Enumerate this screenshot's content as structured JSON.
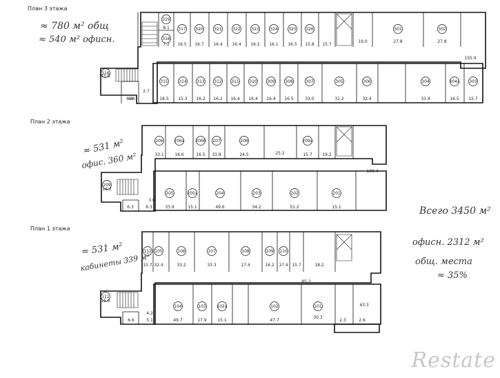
{
  "floors": [
    {
      "title": "План 3 этажа",
      "notes": [
        "≈ 780 м² общ",
        "≈ 540 м² офисн."
      ],
      "rooms_top": [
        {
          "no": "319",
          "area": "8.1"
        },
        {
          "no": "318",
          "area": "7.2"
        },
        {
          "no": "317",
          "area": "16.5"
        },
        {
          "no": "320",
          "area": "16.7"
        },
        {
          "no": "321",
          "area": "16.4"
        },
        {
          "no": "322",
          "area": "16.4"
        },
        {
          "no": "323",
          "area": "16.2"
        },
        {
          "no": "324",
          "area": "16.1"
        },
        {
          "no": "325",
          "area": "16.5"
        },
        {
          "no": "326",
          "area": "15.8"
        },
        {
          "no": "",
          "area": "15.7"
        },
        {
          "no": "",
          "area": "19.0"
        },
        {
          "no": "301",
          "area": "27.8"
        },
        {
          "no": "302",
          "area": "27.8"
        }
      ],
      "corridor": "155.9",
      "rooms_bottom": [
        {
          "no": "316",
          "area": "15.6"
        },
        {
          "no": "",
          "area": "6.8"
        },
        {
          "no": "",
          "area": "6.6"
        },
        {
          "no": "",
          "area": "2.7"
        },
        {
          "no": "315",
          "area": "18.5"
        },
        {
          "no": "314",
          "area": "15.3"
        },
        {
          "no": "313",
          "area": "16.2"
        },
        {
          "no": "312",
          "area": "16.2"
        },
        {
          "no": "311",
          "area": "16.4"
        },
        {
          "no": "310",
          "area": "16.4"
        },
        {
          "no": "309",
          "area": "16.4"
        },
        {
          "no": "308",
          "area": "16.5"
        },
        {
          "no": "307",
          "area": "33.0"
        },
        {
          "no": "305",
          "area": "31.2"
        },
        {
          "no": "306",
          "area": "32.4"
        },
        {
          "no": "304",
          "area": "33.4"
        },
        {
          "no": "304a",
          "area": "16.5"
        },
        {
          "no": "303",
          "area": "15.7"
        }
      ]
    },
    {
      "title": "План 2 этажа",
      "notes": [
        "≈ 531 м²",
        "офис. 360 м²"
      ],
      "rooms_top": [
        {
          "no": "206",
          "area": "33.1"
        },
        {
          "no": "206a",
          "area": "16.6"
        },
        {
          "no": "206б",
          "area": "16.5"
        },
        {
          "no": "207",
          "area": "33.8"
        },
        {
          "no": "208",
          "area": "24.5"
        },
        {
          "no": "",
          "area": "25.2"
        },
        {
          "no": "209a",
          "area": "15.7"
        },
        {
          "no": "",
          "area": "19.2"
        }
      ],
      "corridor": "109.4",
      "rooms_bottom": [
        {
          "no": "209",
          "area": "16.2"
        },
        {
          "no": "",
          "area": "6.3"
        },
        {
          "no": "",
          "area": "6.3"
        },
        {
          "no": "",
          "area": "3.6"
        },
        {
          "no": "205",
          "area": "33.9"
        },
        {
          "no": "205a",
          "area": "15.1"
        },
        {
          "no": "204",
          "area": "49.6"
        },
        {
          "no": "203",
          "area": "34.2"
        },
        {
          "no": "202",
          "area": "51.2"
        },
        {
          "no": "201",
          "area": "15.1"
        }
      ]
    },
    {
      "title": "План 1 этажа",
      "notes": [
        "≈ 531 м²",
        "кабинеты 339 м²"
      ],
      "rooms_top": [
        {
          "no": "112",
          "area": "15.7"
        },
        {
          "no": "105",
          "area": "32.4"
        },
        {
          "no": "106",
          "area": "33.2"
        },
        {
          "no": "107",
          "area": "33.3"
        },
        {
          "no": "108",
          "area": "17.4"
        },
        {
          "no": "109",
          "area": "16.2"
        },
        {
          "no": "110",
          "area": "17.4"
        },
        {
          "no": "",
          "area": "15.7"
        },
        {
          "no": "",
          "area": "18.2"
        }
      ],
      "corridor": "85.2",
      "rooms_bottom": [
        {
          "no": "111",
          "area": "15.6"
        },
        {
          "no": "",
          "area": "6.6"
        },
        {
          "no": "",
          "area": "4.2"
        },
        {
          "no": "",
          "area": "5.1"
        },
        {
          "no": "104",
          "area": "49.7"
        },
        {
          "no": "103",
          "area": "17.9"
        },
        {
          "no": "102a",
          "area": "15.1"
        },
        {
          "no": "102",
          "area": "47.7"
        },
        {
          "no": "101",
          "area": "30.3"
        },
        {
          "no": "",
          "area": "2.3"
        },
        {
          "no": "",
          "area": "2.6"
        },
        {
          "no": "",
          "area": "43.3"
        }
      ]
    }
  ],
  "summary": [
    "Всего 3450 м²",
    "офисн. 2312 м²",
    "общ. места",
    "≈ 35%"
  ],
  "watermark": "Restate"
}
